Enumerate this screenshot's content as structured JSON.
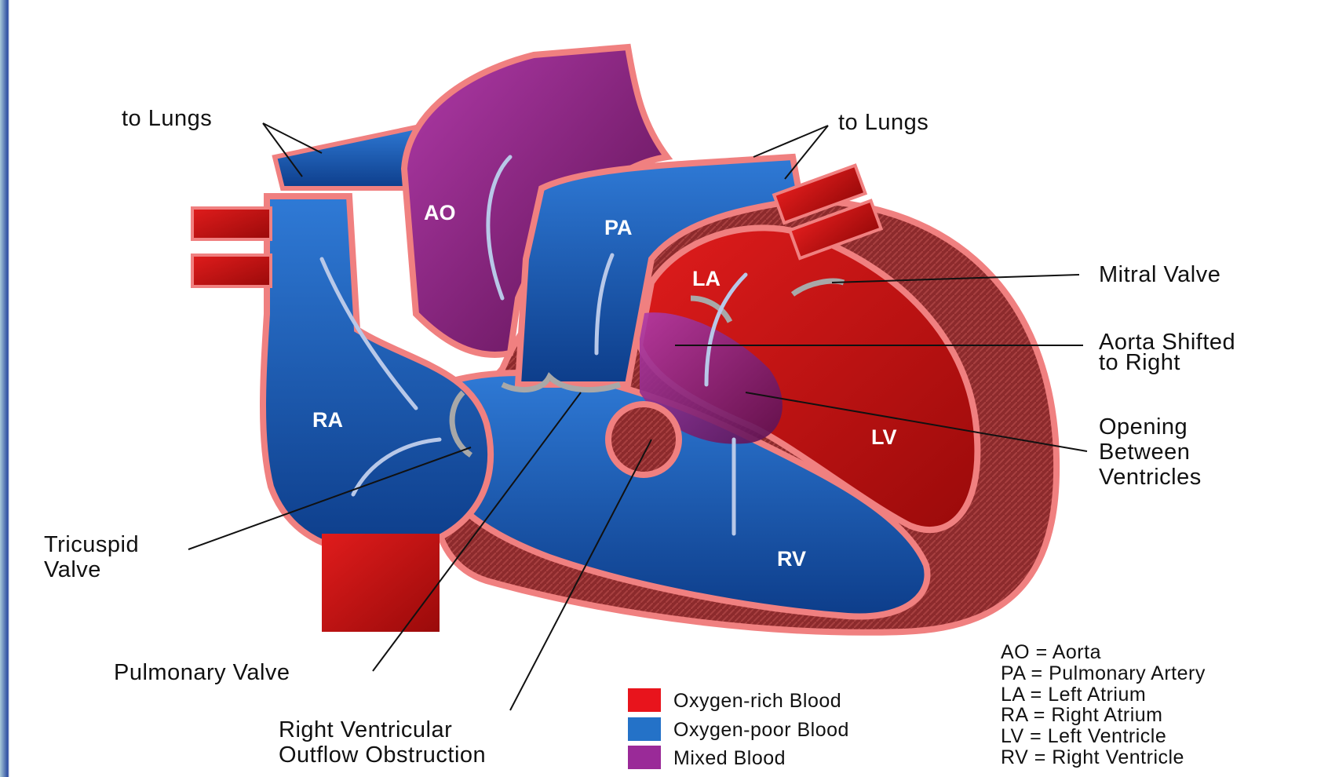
{
  "labels": {
    "to_lungs_left": "to Lungs",
    "to_lungs_right": "to Lungs",
    "mitral_valve": "Mitral Valve",
    "aorta_shifted_1": "Aorta Shifted",
    "aorta_shifted_2": "to Right",
    "opening_1": "Opening",
    "opening_2": "Between",
    "opening_3": "Ventricles",
    "tricuspid_1": "Tricuspid",
    "tricuspid_2": "Valve",
    "pulmonary_valve": "Pulmonary Valve",
    "rvoo_1": "Right Ventricular",
    "rvoo_2": "Outflow Obstruction"
  },
  "chambers": {
    "ao": "AO",
    "pa": "PA",
    "la": "LA",
    "ra": "RA",
    "lv": "LV",
    "rv": "RV"
  },
  "legend": [
    {
      "label": "Oxygen-rich Blood",
      "color": "#e8141c"
    },
    {
      "label": "Oxygen-poor Blood",
      "color": "#2472c8"
    },
    {
      "label": "Mixed Blood",
      "color": "#9a2a98"
    }
  ],
  "abbreviations": [
    "AO = Aorta",
    "PA = Pulmonary Artery",
    "LA = Left Atrium",
    "RA = Right Atrium",
    "LV = Left Ventricle",
    "RV = Right Ventricle"
  ],
  "colors": {
    "oxygen_rich": "#d8141c",
    "oxygen_poor": "#2468c4",
    "mixed": "#9a2a98",
    "vessel_outline": "#f08080",
    "muscle": "#8a2a2a"
  }
}
